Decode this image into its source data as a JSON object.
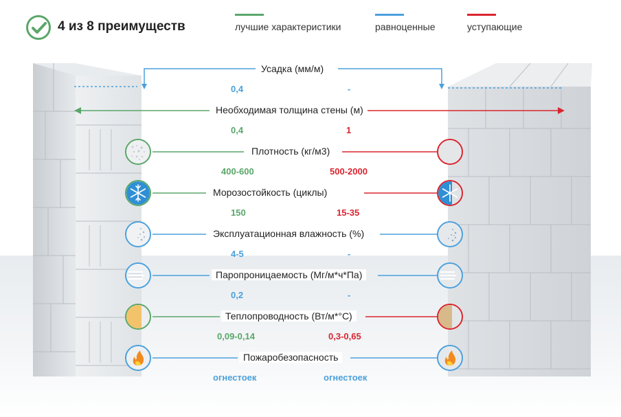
{
  "header": {
    "title": "4 из 8 преимуществ",
    "check_icon": "check-circle-icon"
  },
  "legend": [
    {
      "label": "лучшие характеристики",
      "color": "#5aa66a"
    },
    {
      "label": "равноценные",
      "color": "#4aa0dc"
    },
    {
      "label": "уступающие",
      "color": "#d9252f"
    }
  ],
  "colors": {
    "green": "#5aa66a",
    "blue": "#4aa0dc",
    "red": "#d9252f"
  },
  "properties": [
    {
      "title": "Усадка (мм/м)",
      "left_value": "0,4",
      "right_value": "-",
      "left_color": "blue",
      "right_color": "blue",
      "icon": "none"
    },
    {
      "title": "Необходимая толщина стены (м)",
      "left_value": "0,4",
      "right_value": "1",
      "left_color": "green",
      "right_color": "red",
      "icon": "none"
    },
    {
      "title": "Плотность (кг/м3)",
      "left_value": "400-600",
      "right_value": "500-2000",
      "left_color": "green",
      "right_color": "red",
      "icon": "porous-texture-icon"
    },
    {
      "title": "Морозостойкость (циклы)",
      "left_value": "150",
      "right_value": "15-35",
      "left_color": "green",
      "right_color": "red",
      "icon": "snowflake-icon"
    },
    {
      "title": "Эксплуатационная влажность (%)",
      "left_value": "4-5",
      "right_value": "-",
      "left_color": "blue",
      "right_color": "blue",
      "icon": "droplets-icon"
    },
    {
      "title": "Паропроницаемость (Мг/м*ч*Па)",
      "left_value": "0,2",
      "right_value": "-",
      "left_color": "blue",
      "right_color": "blue",
      "icon": "vapor-icon"
    },
    {
      "title": "Теплопроводность (Вт/м*°C)",
      "left_value": "0,09-0,14",
      "right_value": "0,3-0,65",
      "left_color": "green",
      "right_color": "red",
      "icon": "thermal-icon"
    },
    {
      "title": "Пожаробезопасность",
      "left_value": "огнестоек",
      "right_value": "огнестоек",
      "left_color": "blue",
      "right_color": "blue",
      "icon": "fire-icon"
    }
  ]
}
